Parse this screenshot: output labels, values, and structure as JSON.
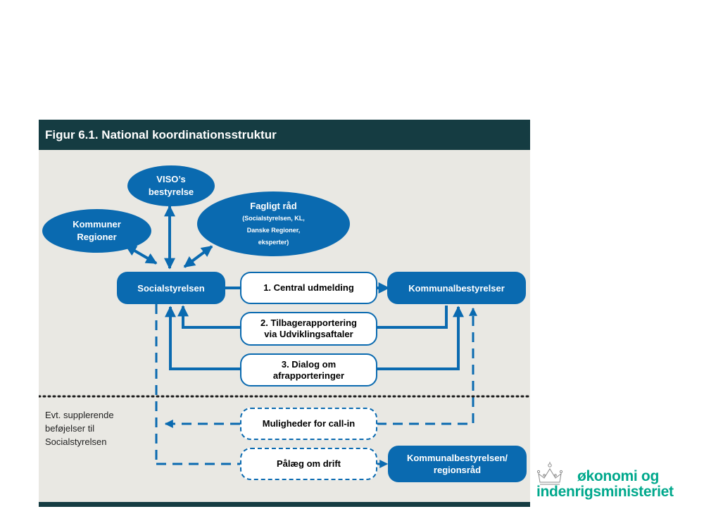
{
  "figure": {
    "title": "Figur 6.1. National koordinationsstruktur",
    "nodes": {
      "viso": "VISO’s bestyrelse",
      "kommuner_regioner": "Kommuner Regioner",
      "fagligt_raad_title": "Fagligt råd",
      "fagligt_raad_sub1": "(Socialstyrelsen, KL,",
      "fagligt_raad_sub2": "Danske Regioner,",
      "fagligt_raad_sub3": "eksperter)",
      "socialstyrelsen": "Socialstyrelsen",
      "kommunalbestyrelser": "Kommunalbestyrelser",
      "central_udmelding": "1. Central udmelding",
      "tilbagerapportering_1": "2. Tilbagerapportering",
      "tilbagerapportering_2": "via Udviklingsaftaler",
      "dialog_1": "3. Dialog om",
      "dialog_2": "afrapporteringer",
      "call_in": "Muligheder for call-in",
      "paalaeg": "Pålæg om drift",
      "kommunalbestyrelsen_regionsraad_1": "Kommunalbestyrelsen/",
      "kommunalbestyrelsen_regionsraad_2": "regionsråd"
    },
    "side_note": {
      "line1": "Evt. supplerende",
      "line2": "beføjelser til",
      "line3": "Socialstyrelsen"
    }
  },
  "logo": {
    "line1": "økonomi og",
    "line2": "indenrigsministeriet",
    "icon": "crown-icon"
  },
  "colors": {
    "header": "#153c42",
    "node_blue": "#0a6ab0",
    "background": "#e9e8e3",
    "logo_green": "#00a88c"
  }
}
